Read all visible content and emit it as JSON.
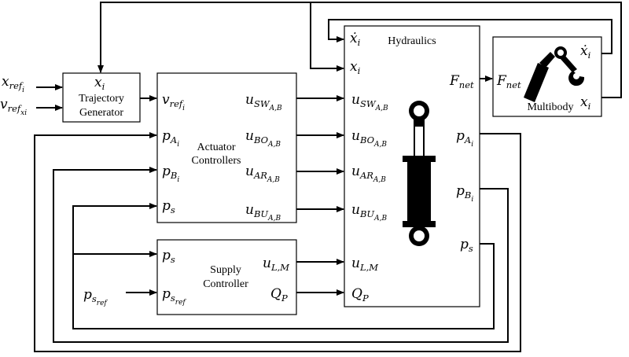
{
  "blocks": {
    "trajectory_generator": {
      "title_line1": "Trajectory",
      "title_line2": "Generator"
    },
    "actuator_controllers": {
      "title_line1": "Actuator",
      "title_line2": "Controllers"
    },
    "supply_controller": {
      "title_line1": "Supply",
      "title_line2": "Controller"
    },
    "hydraulics": {
      "title": "Hydraulics"
    },
    "multibody": {
      "title": "Multibody"
    }
  },
  "labels": {
    "x_ref_i": {
      "main": "x",
      "sub": "ref",
      "subsub": "i"
    },
    "v_ref_xi": {
      "main": "v",
      "sub": "ref",
      "subsub": "xi"
    },
    "tg_xi": {
      "main": "x",
      "sub": "i"
    },
    "ac_vref": {
      "main": "v",
      "sub": "ref",
      "subsub": "i"
    },
    "ac_pA": {
      "main": "p",
      "sub": "A",
      "subsub": "i"
    },
    "ac_pB": {
      "main": "p",
      "sub": "B",
      "subsub": "i"
    },
    "ac_ps": {
      "main": "p",
      "sub": "s"
    },
    "ac_uSW": {
      "main": "u",
      "sub": "SW",
      "subsub": "A,B"
    },
    "ac_uBO": {
      "main": "u",
      "sub": "BO",
      "subsub": "A,B"
    },
    "ac_uAR": {
      "main": "u",
      "sub": "AR",
      "subsub": "A,B"
    },
    "ac_uBU": {
      "main": "u",
      "sub": "BU",
      "subsub": "A,B"
    },
    "sc_ps": {
      "main": "p",
      "sub": "s"
    },
    "sc_psref": {
      "main": "p",
      "sub": "s",
      "subsub": "ref"
    },
    "sc_uLM": {
      "main": "u",
      "sub": "L,M"
    },
    "sc_QP": {
      "main": "Q",
      "sub": "P"
    },
    "ps_ref_in": {
      "main": "p",
      "sub": "s",
      "subsub": "ref"
    },
    "hy_xdot": {
      "main": "ẋ",
      "sub": "i"
    },
    "hy_x": {
      "main": "x",
      "sub": "i"
    },
    "hy_uSW": {
      "main": "u",
      "sub": "SW",
      "subsub": "A,B"
    },
    "hy_uBO": {
      "main": "u",
      "sub": "BO",
      "subsub": "A,B"
    },
    "hy_uAR": {
      "main": "u",
      "sub": "AR",
      "subsub": "A,B"
    },
    "hy_uBU": {
      "main": "u",
      "sub": "BU",
      "subsub": "A,B"
    },
    "hy_uLM": {
      "main": "u",
      "sub": "L,M"
    },
    "hy_QP": {
      "main": "Q",
      "sub": "P"
    },
    "hy_Fnet": {
      "main": "F",
      "sub": "net"
    },
    "hy_pA": {
      "main": "p",
      "sub": "A",
      "subsub": "i"
    },
    "hy_pB": {
      "main": "p",
      "sub": "B",
      "subsub": "i"
    },
    "hy_ps": {
      "main": "p",
      "sub": "s"
    },
    "mb_Fnet": {
      "main": "F",
      "sub": "net"
    },
    "mb_xdot": {
      "main": "ẋ",
      "sub": "i"
    },
    "mb_x": {
      "main": "x",
      "sub": "i"
    }
  },
  "icons": {
    "cylinder": "hydraulic-cylinder-icon",
    "arm": "robot-arm-icon"
  }
}
